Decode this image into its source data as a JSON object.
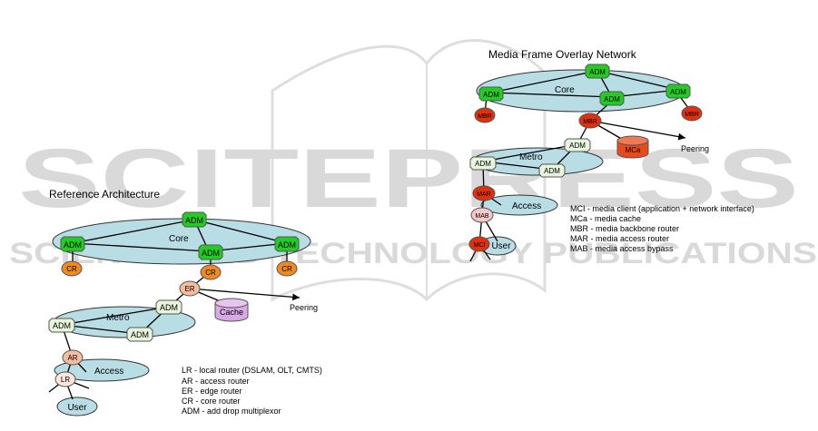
{
  "watermark": {
    "main": "SCITEPRESS",
    "sub": "SCIENCE AND TECHNOLOGY PUBLICATIONS"
  },
  "colors": {
    "cloud": "#b9dde5",
    "adm_core": "#22cc22",
    "adm_metro": "#e6f5dc",
    "router_ref": "#f08a1e",
    "router_media": "#e0300c",
    "mca": "#e84a1a",
    "cache": "#d9a8e6",
    "er": "#f5bca0",
    "lr": "#fde5da",
    "mab": "#f5c8c8"
  },
  "reference": {
    "title": "Reference Architecture",
    "core_label": "Core",
    "metro_label": "Metro",
    "access_label": "Access",
    "user_label": "User",
    "cache_label": "Cache",
    "peering_label": "Peering",
    "nodes": {
      "adm_top": "ADM",
      "adm_left": "ADM",
      "adm_mid": "ADM",
      "adm_right": "ADM",
      "cr_left": "CR",
      "cr_mid": "CR",
      "cr_right": "CR",
      "er": "ER",
      "adm_metro_top": "ADM",
      "adm_metro_left": "ADM",
      "adm_metro_bottom": "ADM",
      "ar": "AR",
      "lr": "LR"
    },
    "legend": [
      "LR - local router (DSLAM, OLT, CMTS)",
      "AR - access router",
      "ER - edge router",
      "CR - core router",
      "ADM - add drop multiplexor"
    ]
  },
  "media": {
    "title": "Media Frame Overlay Network",
    "core_label": "Core",
    "metro_label": "Metro",
    "access_label": "Access",
    "user_label": "User",
    "peering_label": "Peering",
    "nodes": {
      "adm_top": "ADM",
      "adm_left": "ADM",
      "adm_mid": "ADM",
      "adm_right": "ADM",
      "mbr_left": "MBR",
      "mbr_mid": "MBR",
      "mbr_right": "MBR",
      "mca": "MCa",
      "adm_metro_top": "ADM",
      "adm_metro_left": "ADM",
      "adm_metro_right": "ADM",
      "mar": "MAR",
      "mab": "MAB",
      "mci": "MCI"
    },
    "legend": [
      "MCI - media client (application + network interface)",
      "MCa - media cache",
      "MBR - media backbone router",
      "MAR - media access router",
      "MAB - media access bypass"
    ]
  }
}
